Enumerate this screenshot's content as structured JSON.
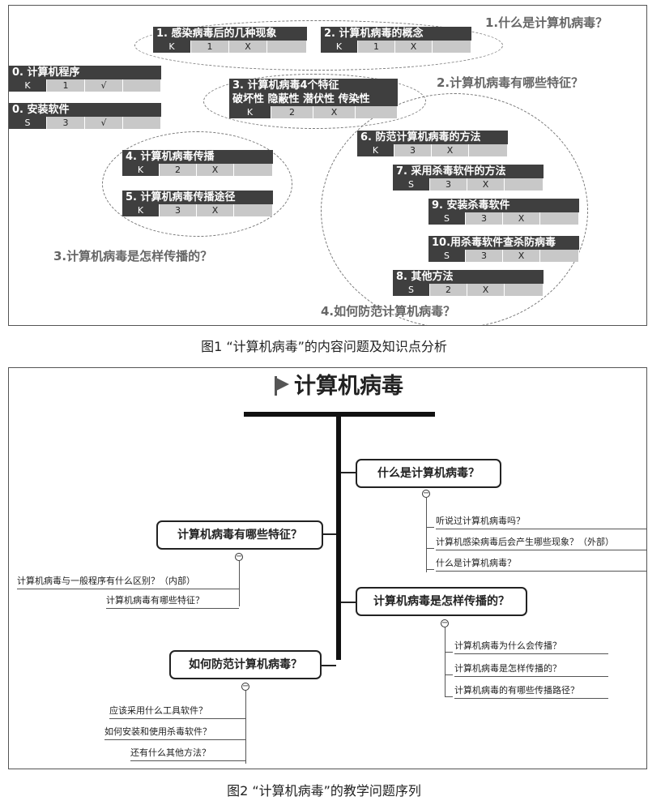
{
  "figure1": {
    "caption": "图1 “计算机病毒”的内容问题及知识点分析",
    "questions": [
      "1.什么是计算机病毒？",
      "2.计算机病毒有哪些特征？",
      "3.计算机病毒是怎样传播的？",
      "4.如何防范计算机病毒？"
    ],
    "knowledge_points": [
      {
        "title": "1. 感染病毒后的几种现象",
        "type": "K",
        "level": "1",
        "mark": "X"
      },
      {
        "title": "2. 计算机病毒的概念",
        "type": "K",
        "level": "1",
        "mark": "X"
      },
      {
        "title": "0. 计算机程序",
        "type": "K",
        "level": "1",
        "mark": "√"
      },
      {
        "title": "0. 安装软件",
        "type": "S",
        "level": "3",
        "mark": "√"
      },
      {
        "title": "3. 计算机病毒4个特征",
        "title2": "破坏性 隐蔽性 潜伏性 传染性",
        "type": "K",
        "level": "2",
        "mark": "X"
      },
      {
        "title": "4. 计算机病毒传播",
        "type": "K",
        "level": "2",
        "mark": "X"
      },
      {
        "title": "5. 计算机病毒传播途径",
        "type": "K",
        "level": "3",
        "mark": "X"
      },
      {
        "title": "6. 防范计算机病毒的方法",
        "type": "K",
        "level": "3",
        "mark": "X"
      },
      {
        "title": "7. 采用杀毒软件的方法",
        "type": "S",
        "level": "3",
        "mark": "X"
      },
      {
        "title": "9. 安装杀毒软件",
        "type": "S",
        "level": "3",
        "mark": "X"
      },
      {
        "title": "10.用杀毒软件查杀防病毒",
        "type": "S",
        "level": "3",
        "mark": "X"
      },
      {
        "title": "8. 其他方法",
        "type": "S",
        "level": "2",
        "mark": "X"
      }
    ]
  },
  "figure2": {
    "caption": "图2 “计算机病毒”的教学问题序列",
    "title": "计算机病毒",
    "collapse_symbol": "−",
    "branches": [
      {
        "label": "什么是计算机病毒？",
        "leaves": [
          "听说过计算机病毒吗？",
          "计算机感染病毒后会产生哪些现象？（外部）",
          "什么是计算机病毒？"
        ]
      },
      {
        "label": "计算机病毒有哪些特征？",
        "leaves": [
          "计算机病毒与一般程序有什么区别？（内部）",
          "计算机病毒有哪些特征？"
        ]
      },
      {
        "label": "计算机病毒是怎样传播的？",
        "leaves": [
          "计算机病毒为什么会传播？",
          "计算机病毒是怎样传播的？",
          "计算机病毒的有哪些传播路径？"
        ]
      },
      {
        "label": "如何防范计算机病毒？",
        "leaves": [
          "应该采用什么工具软件？",
          "如何安装和使用杀毒软件？",
          "还有什么其他方法？"
        ]
      }
    ]
  }
}
